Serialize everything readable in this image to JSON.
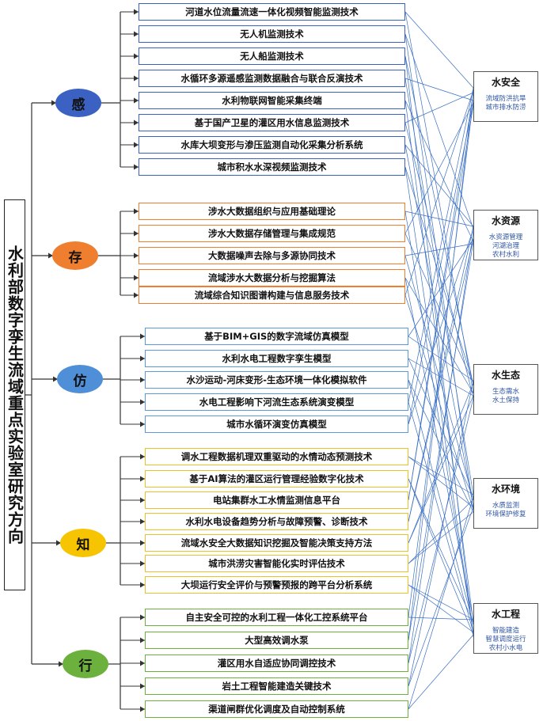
{
  "title": "水利部数字孪生流域重点实验室研究方向",
  "categories": [
    {
      "id": "gan",
      "label": "感",
      "color": "#3b62c2",
      "border": "#3b62c2",
      "items": [
        "河道水位流量流速一体化视频智能监测技术",
        "无人机监测技术",
        "无人船监测技术",
        "水循环多源遥感监测数据融合与联合反演技术",
        "水利物联网智能采集终端",
        "基于国产卫星的灌区用水信息监测技术",
        "水库大坝变形与渗压监测自动化采集分析系统",
        "城市积水水深视频监测技术"
      ]
    },
    {
      "id": "cun",
      "label": "存",
      "color": "#ef7e2e",
      "border": "#ef7e2e",
      "items": [
        "涉水大数据组织与应用基础理论",
        "涉水大数据存储管理与集成规范",
        "大数据噪声去除与多源协同技术",
        "流域涉水大数据分析与挖掘算法",
        "流域综合知识图谱构建与信息服务技术"
      ]
    },
    {
      "id": "fang",
      "label": "仿",
      "color": "#4f8fd8",
      "border": "#5b9ad8",
      "items": [
        "基于BIM+GIS的数字流域仿真模型",
        "水利水电工程数字孪生模型",
        "水沙运动-河床变形-生态环境一体化模拟软件",
        "水电工程影响下河流生态系统演变模型",
        "城市水循环演变仿真模型"
      ]
    },
    {
      "id": "zhi",
      "label": "知",
      "color": "#f6c400",
      "border": "#e7c22b",
      "items": [
        "调水工程数据机理双重驱动的水情动态预测技术",
        "基于AI算法的灌区运行管理经验数字化技术",
        "电站集群水工水情监测信息平台",
        "水利水电设备趋势分析与故障预警、诊断技术",
        "流域水安全大数据知识挖掘及智能决策支持方法",
        "城市洪涝灾害智能化实时评估技术",
        "大坝运行安全评价与预警预报的跨平台分析系统"
      ]
    },
    {
      "id": "xing",
      "label": "行",
      "color": "#6cb13d",
      "border": "#6cb13d",
      "items": [
        "自主安全可控的水利工程一体化工控系统平台",
        "大型高效调水泵",
        "灌区用水自适应协同调控技术",
        "岩土工程智能建造关键技术",
        "渠道闸群优化调度及自动控制系统"
      ]
    }
  ],
  "domains": [
    {
      "name": "水安全",
      "subs": [
        "流域防洪抗旱",
        "城市排水防涝"
      ]
    },
    {
      "name": "水资源",
      "subs": [
        "水资源管理",
        "河湖治理",
        "农村水利"
      ]
    },
    {
      "name": "水生态",
      "subs": [
        "生态需水",
        "水土保持"
      ]
    },
    {
      "name": "水环境",
      "subs": [
        "水质监测",
        "环境保护修复"
      ]
    },
    {
      "name": "水工程",
      "subs": [
        "智能建造",
        "智慧调度运行",
        "农村小水电"
      ]
    }
  ],
  "colors": {
    "connector": "#3a6fc4",
    "tree": "#333333"
  }
}
